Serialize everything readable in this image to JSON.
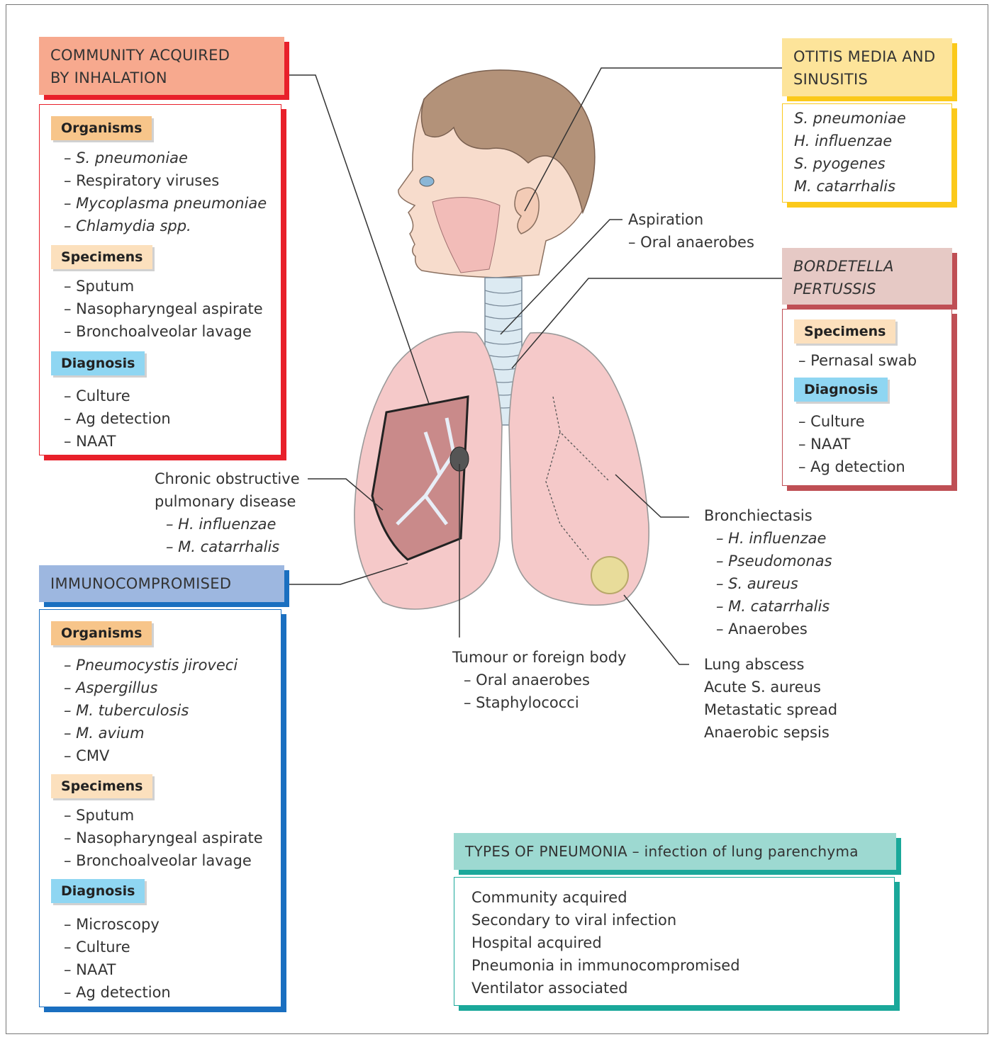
{
  "community": {
    "header": [
      "COMMUNITY ACQUIRED",
      "BY INHALATION"
    ],
    "organisms_label": "Organisms",
    "organisms": [
      "– S. pneumoniae",
      "– Respiratory viruses",
      "– Mycoplasma pneumoniae",
      "– Chlamydia spp."
    ],
    "specimens_label": "Specimens",
    "specimens": [
      "– Sputum",
      "– Nasopharyngeal aspirate",
      "– Bronchoalveolar lavage"
    ],
    "diagnosis_label": "Diagnosis",
    "diagnosis": [
      "– Culture",
      "– Ag detection",
      "– NAAT"
    ]
  },
  "immuno": {
    "header": "IMMUNOCOMPROMISED",
    "organisms_label": "Organisms",
    "organisms": [
      "– Pneumocystis jiroveci",
      "– Aspergillus",
      "– M. tuberculosis",
      "– M. avium",
      "– CMV"
    ],
    "specimens_label": "Specimens",
    "specimens": [
      "– Sputum",
      "– Nasopharyngeal aspirate",
      "– Bronchoalveolar lavage"
    ],
    "diagnosis_label": "Diagnosis",
    "diagnosis": [
      "– Microscopy",
      "– Culture",
      "– NAAT",
      "– Ag detection"
    ]
  },
  "otitis": {
    "header": [
      "OTITIS MEDIA AND",
      "SINUSITIS"
    ],
    "organisms": [
      "S. pneumoniae",
      "H. influenzae",
      "S. pyogenes",
      "M. catarrhalis"
    ]
  },
  "bordetella": {
    "header": [
      "BORDETELLA",
      "PERTUSSIS"
    ],
    "specimens_label": "Specimens",
    "specimens": [
      "– Pernasal swab"
    ],
    "diagnosis_label": "Diagnosis",
    "diagnosis": [
      "– Culture",
      "– NAAT",
      "– Ag detection"
    ]
  },
  "aspiration": {
    "title": "Aspiration",
    "item": "– Oral anaerobes"
  },
  "copd": {
    "lines": [
      "Chronic obstructive",
      "pulmonary disease"
    ],
    "items": [
      "– H. influenzae",
      "– M. catarrhalis"
    ]
  },
  "bronchiectasis": {
    "title": "Bronchiectasis",
    "items": [
      "– H. influenzae",
      "– Pseudomonas",
      "– S. aureus",
      "– M. catarrhalis",
      "– Anaerobes"
    ]
  },
  "tumour": {
    "title": "Tumour or foreign body",
    "items": [
      "– Oral anaerobes",
      "– Staphylococci"
    ]
  },
  "abscess": {
    "lines": [
      "Lung abscess",
      "Acute S. aureus",
      "Metastatic spread",
      "Anaerobic sepsis"
    ]
  },
  "types": {
    "header": "TYPES OF PNEUMONIA – infection of lung parenchyma",
    "items": [
      "Community acquired",
      "Secondary to viral infection",
      "Hospital acquired",
      "Pneumonia in immunocompromised",
      "Ventilator associated"
    ]
  },
  "colors": {
    "community_header": "#f7a98e",
    "community_border": "#e8202a",
    "immuno_header": "#9db7e0",
    "immuno_border": "#1a6fc0",
    "otitis_header": "#fde49a",
    "otitis_border": "#fbc91a",
    "bordetella_header": "#e6c9c5",
    "bordetella_border": "#bf4f55",
    "types_header": "#9dd9d1",
    "types_border": "#1aa89a",
    "lung": "#f5c9c9",
    "skin": "#f7dccc",
    "hair": "#b39279"
  }
}
